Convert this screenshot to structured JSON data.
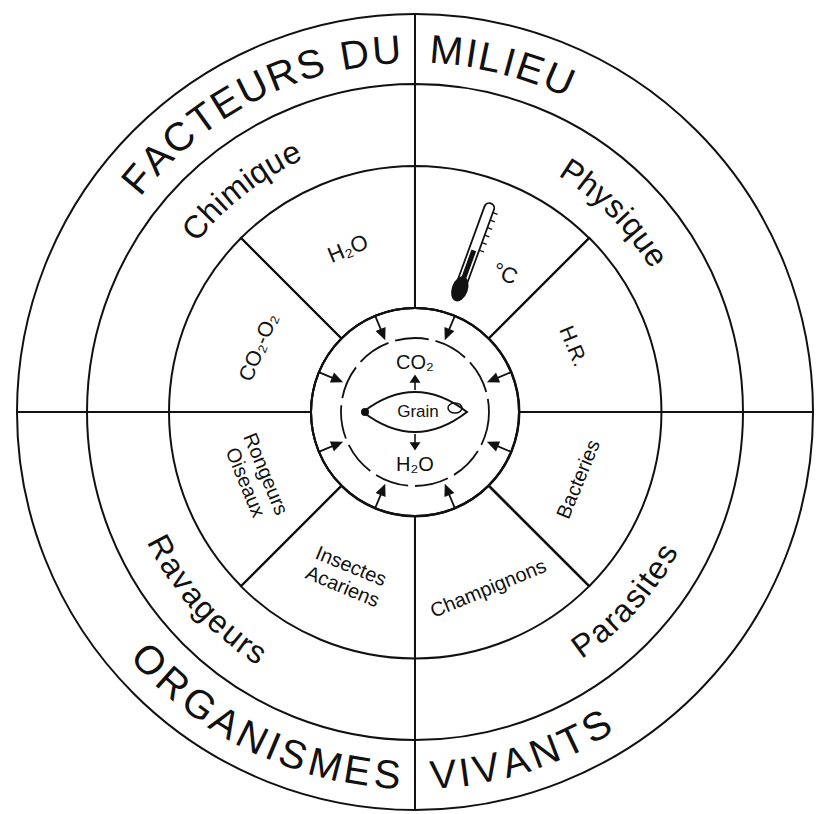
{
  "diagram": {
    "nodes": [
      {
        "text": [
          "FACTEURS DU MILIEU",
          "ORGANISMES VIVANTS"
        ]
      },
      {
        "text": [
          "Chimique"
        ],
        "in": 0
      },
      {
        "text": [
          "CO₂-O₂"
        ],
        "in": 1
      },
      {
        "text": [
          "H₂O"
        ],
        "in": 1
      },
      {
        "text": [
          "Physique"
        ],
        "in": 0
      },
      {
        "text": [
          "°C"
        ],
        "in": 4
      },
      {
        "text": [
          "H.R."
        ],
        "in": 4
      },
      {
        "text": [
          "Ravageurs"
        ],
        "in": 0
      },
      {
        "text": [
          "Rongeurs Oiseaux"
        ],
        "in": 7
      },
      {
        "text": [
          "Insectes Acariens"
        ],
        "in": 7
      },
      {
        "text": [
          "Parasites"
        ],
        "in": 0
      },
      {
        "text": [
          "Champignons"
        ],
        "in": 10
      },
      {
        "text": [
          "Bacteries"
        ],
        "in": 10
      },
      {
        "text": [
          "CO₂",
          "H₂O"
        ],
        "in": 0
      },
      {
        "text": [
          "Grain"
        ],
        "in": 13
      }
    ]
  }
}
